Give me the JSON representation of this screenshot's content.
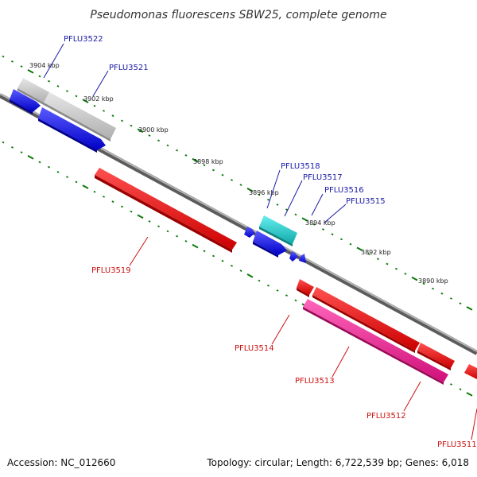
{
  "title": "Pseudomonas fluorescens SBW25, complete genome",
  "footer": {
    "accession": "Accession: NC_012660",
    "summary": "Topology: circular; Length: 6,722,539 bp; Genes: 6,018"
  },
  "scale_labels": [
    "3904 kbp",
    "3902 kbp",
    "3900 kbp",
    "3898 kbp",
    "3896 kbp",
    "3894 kbp",
    "3892 kbp",
    "3890 kbp"
  ],
  "colors": {
    "backbone": "#808080",
    "tick": "#0a7a0a",
    "forward_label": "#1a1aa8",
    "reverse_label": "#cc1111",
    "gene_gray": "#c8c8c8",
    "gene_blue": "#1010ee",
    "gene_cyan": "#22cccc",
    "gene_red": "#ee1111",
    "gene_pink": "#ee2299"
  },
  "genes": [
    {
      "id": "PFLU3522",
      "color": "gene_gray",
      "strand": "forward"
    },
    {
      "id": "PFLU3521",
      "color": "gene_gray",
      "strand": "forward"
    },
    {
      "id": "PFLU3518",
      "color": "gene_cyan",
      "strand": "forward"
    },
    {
      "id": "PFLU3517",
      "color": "gene_blue",
      "strand": "forward"
    },
    {
      "id": "PFLU3516",
      "color": "gene_blue",
      "strand": "forward"
    },
    {
      "id": "PFLU3515",
      "color": "gene_blue",
      "strand": "forward"
    },
    {
      "id": "PFLU3519",
      "color": "gene_red",
      "strand": "reverse"
    },
    {
      "id": "PFLU3514",
      "color": "gene_red",
      "strand": "reverse"
    },
    {
      "id": "PFLU3513",
      "color": "gene_pink",
      "strand": "reverse"
    },
    {
      "id": "PFLU3512",
      "color": "gene_red",
      "strand": "reverse"
    },
    {
      "id": "PFLU3511",
      "color": "gene_red",
      "strand": "reverse"
    }
  ]
}
